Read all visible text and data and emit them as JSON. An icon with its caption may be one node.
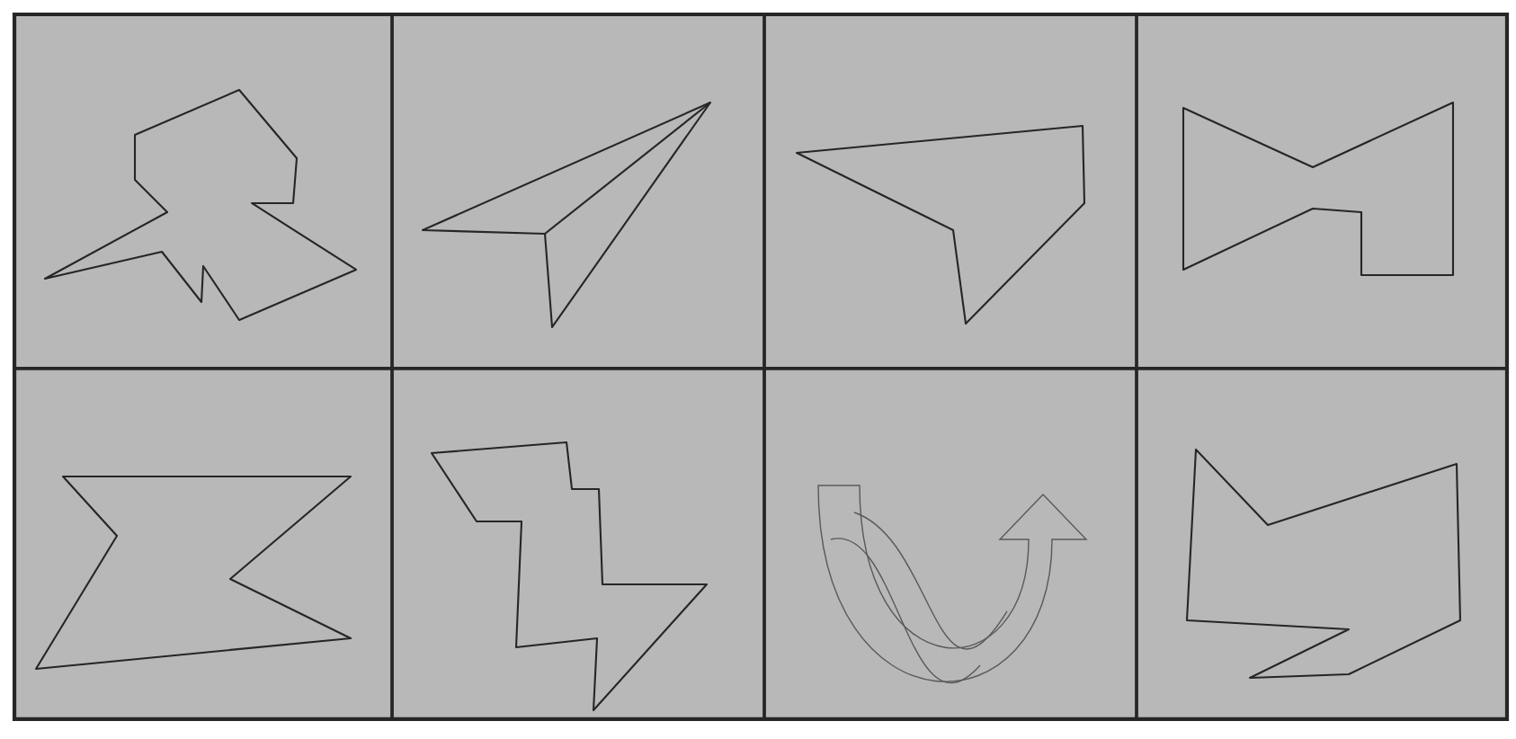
{
  "diagram": {
    "nodes": [
      {
        "text": [],
        "shape": "picture"
      },
      {
        "text": [],
        "shape": "picture"
      },
      {
        "text": [],
        "shape": "picture"
      },
      {
        "text": [],
        "shape": "picture"
      },
      {
        "text": [],
        "shape": "picture"
      },
      {
        "text": [],
        "shape": "picture"
      },
      {
        "text": [],
        "shape": "picture"
      },
      {
        "text": [],
        "shape": "picture"
      }
    ]
  }
}
